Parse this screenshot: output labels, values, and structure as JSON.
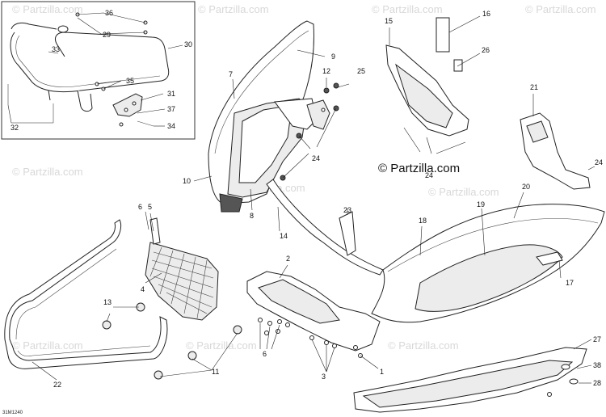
{
  "watermark": {
    "text": "© Partzilla.com"
  },
  "brand_label": "© Partzilla.com",
  "diagram_code": "31M1240",
  "callouts": [
    {
      "id": "c36",
      "text": "36"
    },
    {
      "id": "c29",
      "text": "29"
    },
    {
      "id": "c30",
      "text": "30"
    },
    {
      "id": "c33",
      "text": "33"
    },
    {
      "id": "c35",
      "text": "35"
    },
    {
      "id": "c31",
      "text": "31"
    },
    {
      "id": "c37",
      "text": "37"
    },
    {
      "id": "c32",
      "text": "32"
    },
    {
      "id": "c34",
      "text": "34"
    },
    {
      "id": "c7",
      "text": "7"
    },
    {
      "id": "c9",
      "text": "9"
    },
    {
      "id": "c12",
      "text": "12"
    },
    {
      "id": "c25",
      "text": "25"
    },
    {
      "id": "c10",
      "text": "10"
    },
    {
      "id": "c24a",
      "text": "24"
    },
    {
      "id": "c8",
      "text": "8"
    },
    {
      "id": "c14",
      "text": "14"
    },
    {
      "id": "c23",
      "text": "23"
    },
    {
      "id": "c15",
      "text": "15"
    },
    {
      "id": "c16",
      "text": "16"
    },
    {
      "id": "c26",
      "text": "26"
    },
    {
      "id": "c24b",
      "text": "24"
    },
    {
      "id": "c21",
      "text": "21"
    },
    {
      "id": "c24c",
      "text": "24"
    },
    {
      "id": "c20",
      "text": "20"
    },
    {
      "id": "c19",
      "text": "19"
    },
    {
      "id": "c18",
      "text": "18"
    },
    {
      "id": "c17",
      "text": "17"
    },
    {
      "id": "c6a",
      "text": "6"
    },
    {
      "id": "c5",
      "text": "5"
    },
    {
      "id": "c4",
      "text": "4"
    },
    {
      "id": "c13",
      "text": "13"
    },
    {
      "id": "c2",
      "text": "2"
    },
    {
      "id": "c6b",
      "text": "6"
    },
    {
      "id": "c3",
      "text": "3"
    },
    {
      "id": "c1",
      "text": "1"
    },
    {
      "id": "c11",
      "text": "11"
    },
    {
      "id": "c22",
      "text": "22"
    },
    {
      "id": "c27",
      "text": "27"
    },
    {
      "id": "c38",
      "text": "38"
    },
    {
      "id": "c28",
      "text": "28"
    }
  ]
}
